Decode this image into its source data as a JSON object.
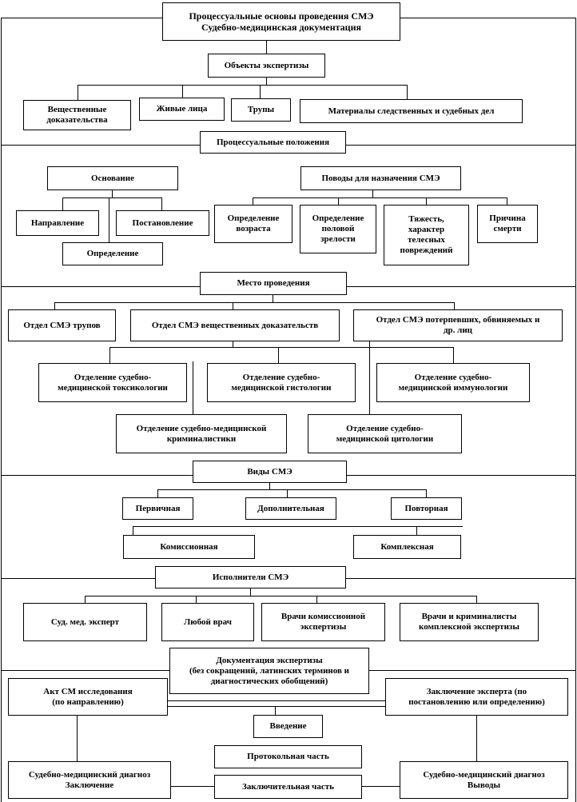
{
  "diagram": {
    "header": "Процессуальные основы проведения СМЭ\nСудебно-медицинская документация",
    "objects": {
      "title": "Объекты экспертизы",
      "items": [
        "Вещественные\nдоказательства",
        "Живые лица",
        "Трупы",
        "Материалы следственных  и судебных дел"
      ]
    },
    "procedural": {
      "title": "Процессуальные положения",
      "basis": {
        "title": "Основание",
        "items": [
          "Направление",
          "Постановление",
          "Определение"
        ]
      },
      "reasons": {
        "title": "Поводы для  назначения СМЭ",
        "items": [
          "Определение\nвозраста",
          "Определение\nполовой\nзрелости",
          "Тяжесть,\nхарактер\nтелесных\nповреждений",
          "Причина\nсмерти"
        ]
      }
    },
    "place": {
      "title": "Место проведения",
      "departments": [
        "Отдел  СМЭ трупов",
        "Отдел  СМЭ вещественных  доказательств",
        "Отдел  СМЭ потерпевших,  обвиняемых и\nдр. лиц"
      ],
      "sections": [
        "Отделение  судебно-\nмедицинской токсикологии",
        "Отделение  судебно-\nмедицинской гистологии",
        "Отделение  судебно-\nмедицинской иммунологии",
        "Отделение  судебно-медицинской\nкриминалистики",
        "Отделение  судебно-\nмедицинской цитологии"
      ]
    },
    "types": {
      "title": "Виды СМЭ",
      "items": [
        "Первичная",
        "Дополнительная",
        "Повторная",
        "Комиссионная",
        "Комплексная"
      ]
    },
    "executors": {
      "title": "Исполнители  СМЭ",
      "items": [
        "Суд.  мед.  эксперт",
        "Любой врач",
        "Врачи комиссионной\nэкспертизы",
        "Врачи и криминалисты\nкомплексной экспертизы"
      ]
    },
    "documentation": {
      "title": "Документация экспертизы\n(без сокращений, латинских  терминов и\nдиагностических  обобщений)",
      "act": "Акт СМ исследования\n(по направлению)",
      "conclusion": "Заключение эксперта (по\nпостановлению или определению)",
      "parts": [
        "Введение",
        "Протокольная часть",
        "Заключительная  часть"
      ],
      "diagnosis_left": "Судебно-медицинский  диагноз\nЗаключение",
      "diagnosis_right": "Судебно-медицинский  диагноз\nВыводы"
    }
  }
}
